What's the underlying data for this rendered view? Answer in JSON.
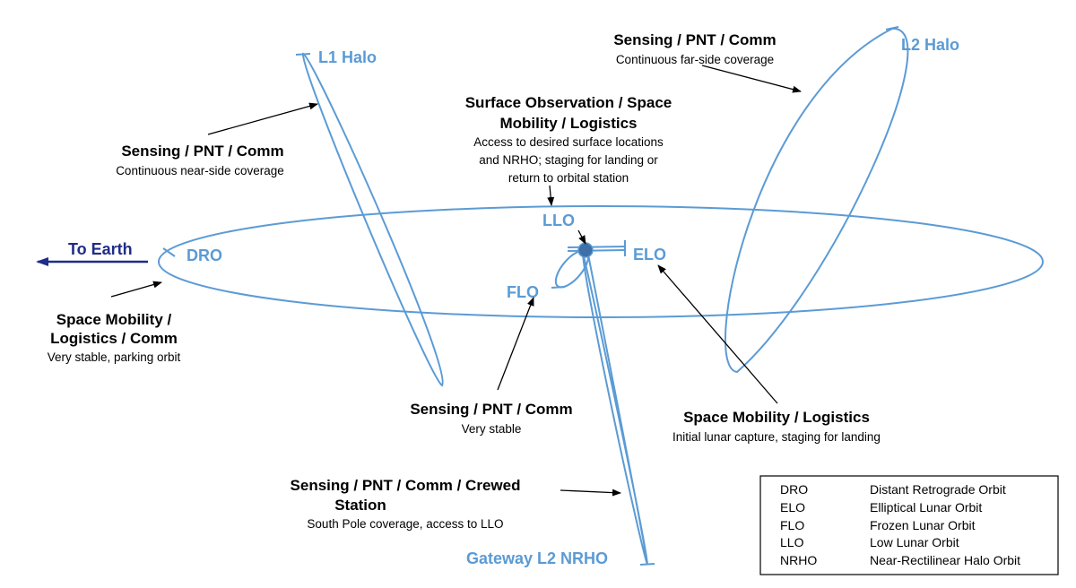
{
  "orbit_labels": {
    "l1_halo": "L1 Halo",
    "l2_halo": "L2 Halo",
    "dro": "DRO",
    "llo": "LLO",
    "elo": "ELO",
    "flo": "FLO",
    "nrho": "Gateway L2 NRHO"
  },
  "earth_arrow": "To Earth",
  "annotations": {
    "l1": {
      "title": "Sensing / PNT / Comm",
      "desc": "Continuous near-side coverage"
    },
    "l2": {
      "title": "Sensing / PNT / Comm",
      "desc": "Continuous far-side coverage"
    },
    "llo": {
      "title": [
        "Surface Observation / Space",
        "Mobility / Logistics"
      ],
      "desc": [
        "Access to desired surface locations",
        "and NRHO; staging for landing or",
        "return to orbital station"
      ]
    },
    "dro": {
      "title": [
        "Space Mobility /",
        "Logistics / Comm"
      ],
      "desc": "Very stable, parking orbit"
    },
    "flo": {
      "title": "Sensing / PNT / Comm",
      "desc": "Very stable"
    },
    "elo": {
      "title": "Space Mobility / Logistics",
      "desc": "Initial lunar capture, staging for landing"
    },
    "nrho": {
      "title": [
        "Sensing / PNT / Comm / Crewed",
        "Station"
      ],
      "desc": "South Pole coverage, access to LLO"
    }
  },
  "legend": [
    {
      "abbr": "DRO",
      "name": "Distant Retrograde Orbit"
    },
    {
      "abbr": "ELO",
      "name": "Elliptical Lunar Orbit"
    },
    {
      "abbr": "FLO",
      "name": "Frozen Lunar Orbit"
    },
    {
      "abbr": "LLO",
      "name": "Low Lunar Orbit"
    },
    {
      "abbr": "NRHO",
      "name": "Near-Rectilinear Halo Orbit"
    }
  ],
  "colors": {
    "orbit": "#5b9bd5",
    "earth_arrow": "#1f2d86",
    "moon": "#3d6fa8"
  }
}
